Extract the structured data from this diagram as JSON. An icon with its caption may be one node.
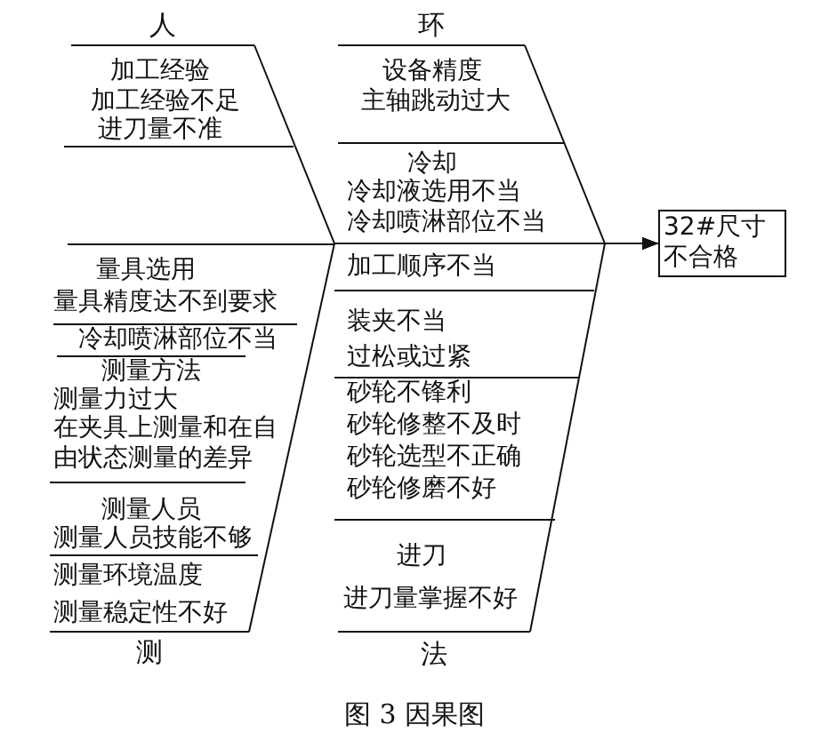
{
  "diagram": {
    "caption": "图 3 因果图",
    "nodes": [
      {
        "text": [
          "人"
        ]
      },
      {
        "text": [
          "环"
        ]
      },
      {
        "text": [
          "32#尺寸不合格"
        ]
      },
      {
        "text": [
          "测"
        ]
      },
      {
        "text": [
          "法"
        ]
      }
    ],
    "edges": [
      {
        "from": 0,
        "to": 2,
        "arrow": "to"
      },
      {
        "from": 1,
        "to": 2,
        "arrow": "to"
      },
      {
        "from": 3,
        "to": 2,
        "arrow": "to"
      },
      {
        "from": 4,
        "to": 2,
        "arrow": "to"
      }
    ],
    "labels": [
      "加工经验",
      "加工经验不足",
      "进刀量不准",
      "设备精度",
      "主轴跳动过大",
      "冷却",
      "冷却液选用不当",
      "冷却喷淋部位不当",
      "量具选用",
      "量具精度达不到要求",
      "冷却喷淋部位不当",
      "测量方法",
      "测量力过大",
      "在夹具上测量和在自由状态测量的差异",
      "测量人员",
      "测量人员技能不够",
      "测量环境温度",
      "测量稳定性不好",
      "加工顺序不当",
      "装夹不当",
      "过松或过紧",
      "砂轮不锋利",
      "砂轮修整不及时",
      "砂轮选型不正确",
      "砂轮修磨不好",
      "进刀",
      "进刀量掌握不好"
    ]
  }
}
